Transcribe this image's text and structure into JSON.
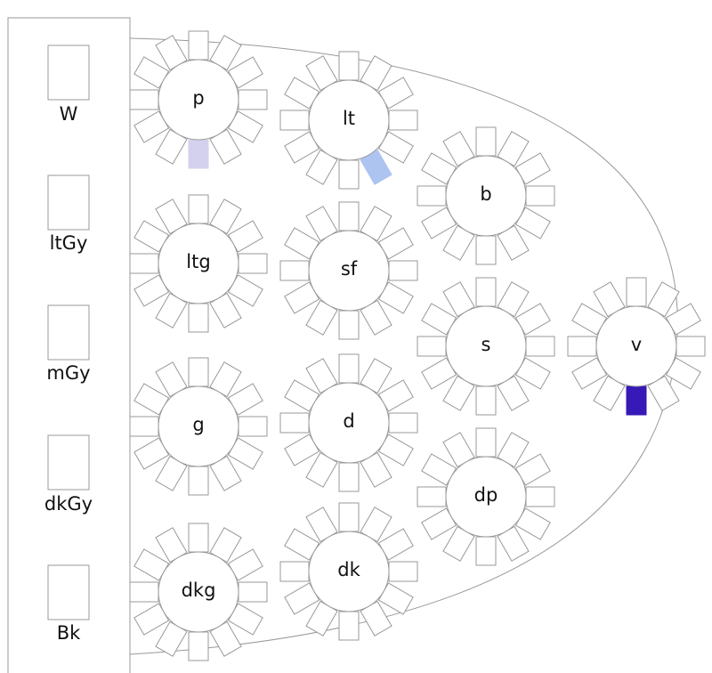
{
  "legend": {
    "swatches": [
      {
        "id": "w",
        "label": "W"
      },
      {
        "id": "ltgy",
        "label": "ltGy"
      },
      {
        "id": "mgy",
        "label": "mGy"
      },
      {
        "id": "dkgy",
        "label": "dkGy"
      },
      {
        "id": "bk",
        "label": "Bk"
      }
    ]
  },
  "tables": [
    {
      "id": "p",
      "label": "p",
      "seats": 12,
      "highlight": {
        "seat": 6,
        "color": "#d3d1ee"
      }
    },
    {
      "id": "lt",
      "label": "lt",
      "seats": 12,
      "highlight": {
        "seat": 5,
        "color": "#adc3f0"
      }
    },
    {
      "id": "b",
      "label": "b",
      "seats": 12
    },
    {
      "id": "ltg",
      "label": "ltg",
      "seats": 12
    },
    {
      "id": "sf",
      "label": "sf",
      "seats": 12
    },
    {
      "id": "s",
      "label": "s",
      "seats": 12
    },
    {
      "id": "v",
      "label": "v",
      "seats": 12,
      "highlight": {
        "seat": 6,
        "color": "#3619b6"
      }
    },
    {
      "id": "g",
      "label": "g",
      "seats": 12
    },
    {
      "id": "d",
      "label": "d",
      "seats": 12
    },
    {
      "id": "dp",
      "label": "dp",
      "seats": 12
    },
    {
      "id": "dkg",
      "label": "dkg",
      "seats": 12
    },
    {
      "id": "dk",
      "label": "dk",
      "seats": 12
    }
  ]
}
